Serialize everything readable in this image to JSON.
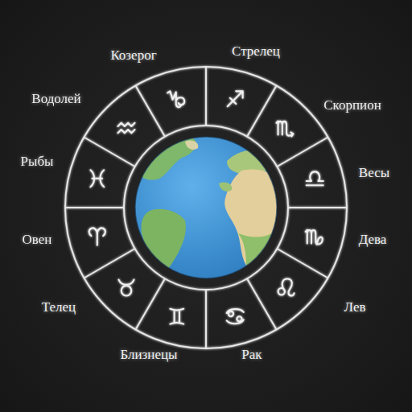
{
  "diagram": {
    "labels": [
      "Козерог",
      "Стрелец",
      "Скорпион",
      "Весы",
      "Дева",
      "Лев",
      "Рак",
      "Близнецы",
      "Телец",
      "Овен",
      "Рыбы",
      "Водолей"
    ]
  }
}
